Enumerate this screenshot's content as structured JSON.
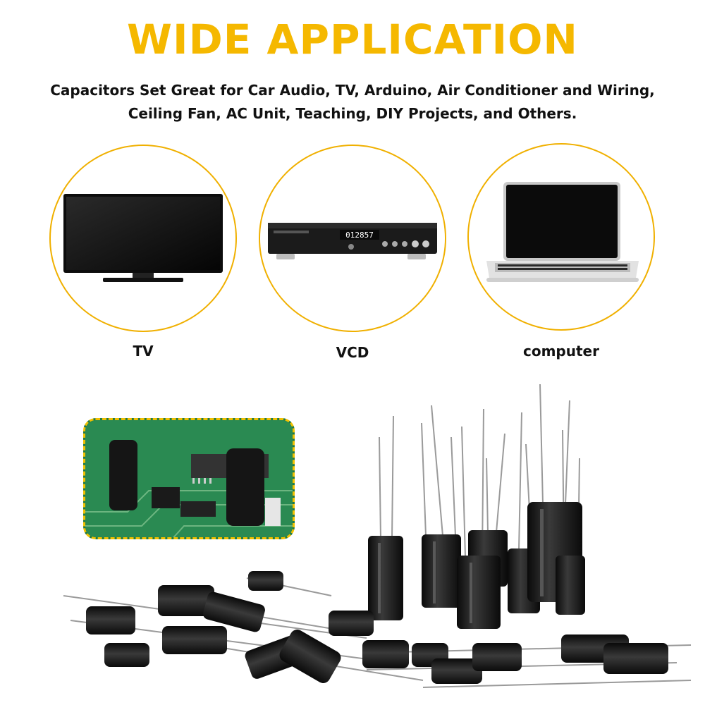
{
  "header": {
    "title": "WIDE APPLICATION",
    "subtitle_line1": "Capacitors Set Great for Car Audio, TV, Arduino, Air Conditioner and Wiring,",
    "subtitle_line2": "Ceiling Fan, AC Unit, Teaching, DIY Projects, and Others."
  },
  "applications": [
    {
      "label": "TV",
      "icon": "tv-icon"
    },
    {
      "label": "VCD",
      "icon": "vcd-player-icon"
    },
    {
      "label": "computer",
      "icon": "laptop-icon"
    }
  ],
  "vcd_display": "012857",
  "colors": {
    "accent": "#f5b800",
    "text": "#111111",
    "capacitor_body": "#151515",
    "pcb_green": "#1f7a45"
  }
}
